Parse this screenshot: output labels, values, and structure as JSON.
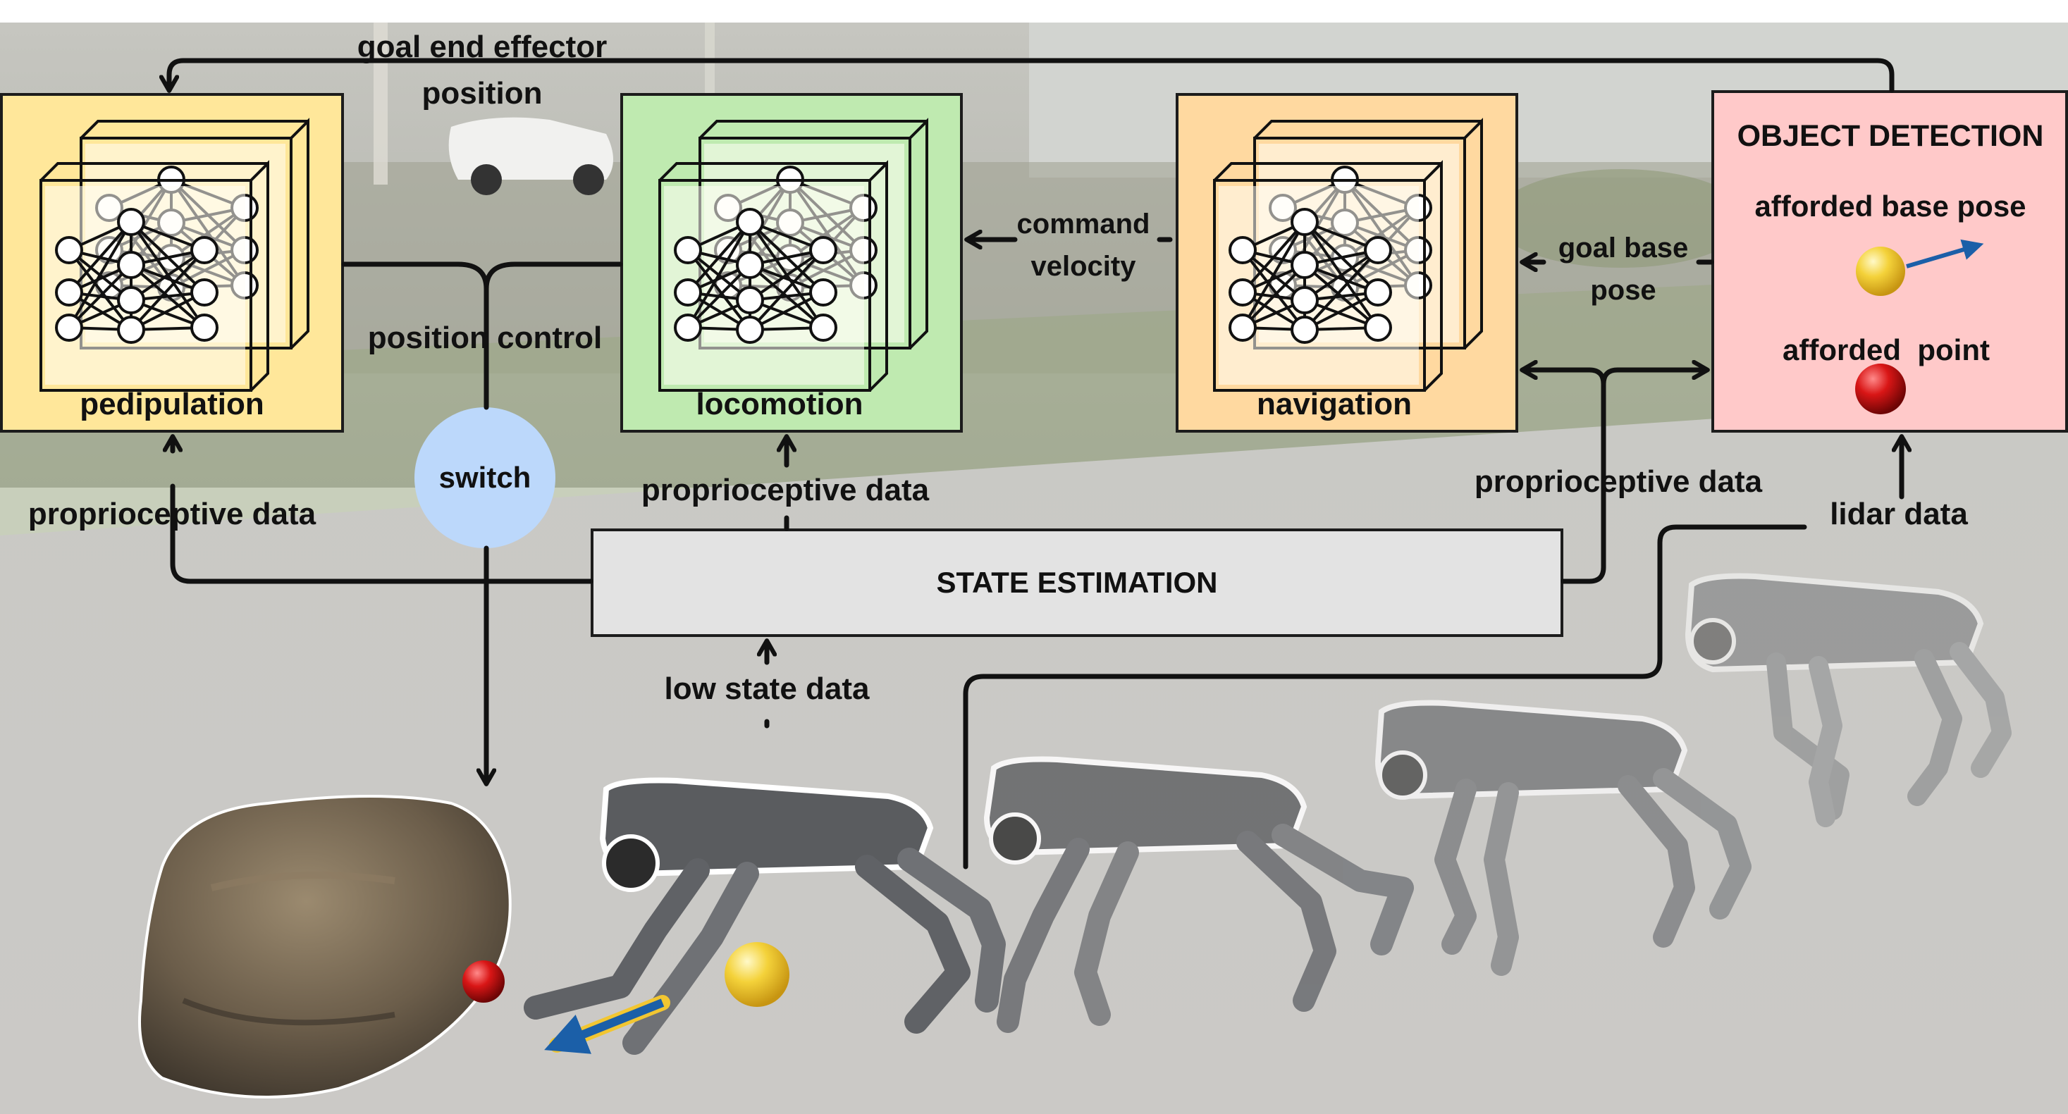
{
  "modules": {
    "pedipulation": "pedipulation",
    "locomotion": "locomotion",
    "navigation": "navigation",
    "object_detection": "OBJECT DETECTION",
    "state_estimation": "STATE ESTIMATION",
    "switch": "switch"
  },
  "edges": {
    "goal_end_effector_1": "goal end effector",
    "goal_end_effector_2": "position",
    "position_control": "position control",
    "command_velocity_1": "command",
    "command_velocity_2": "velocity",
    "goal_base_pose_1": "goal base",
    "goal_base_pose_2": "pose",
    "proprio_left": "proprioceptive data",
    "proprio_center": "proprioceptive data",
    "proprio_right": "proprioceptive data",
    "low_state": "low state data",
    "lidar": "lidar data"
  },
  "object_detection_items": {
    "afforded_base_pose": "afforded base pose",
    "afforded_point": "afforded  point"
  },
  "colors": {
    "pedipulation": "#ffe79a",
    "locomotion": "#bfeab0",
    "navigation": "#ffd9a0",
    "object_detection": "#ffc9c9",
    "state_estimation": "#e3e3e3",
    "switch": "#bcd8fb",
    "arrow_blue": "#1b5fa8",
    "sphere_yellow": "#f2c631",
    "sphere_red": "#cc1111"
  },
  "icons": [
    "neural-network-icon",
    "robot-dog",
    "rock",
    "afforded-point-sphere",
    "afforded-base-pose-sphere"
  ]
}
